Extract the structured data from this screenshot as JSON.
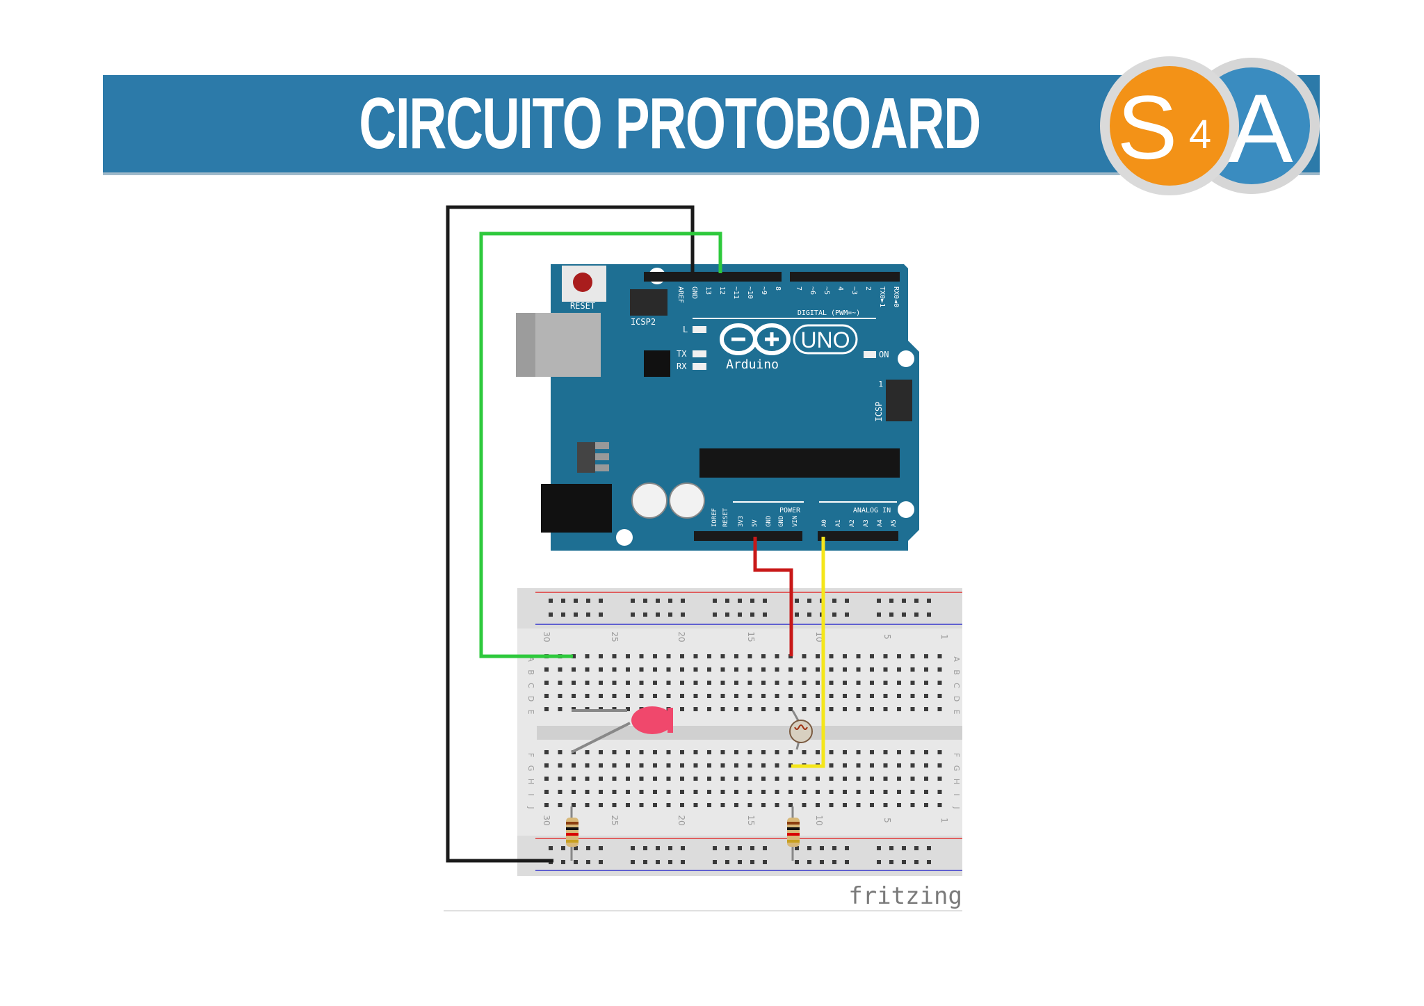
{
  "slide": {
    "title": "CIRCUITO PROTOBOARD",
    "logo": {
      "letter_left": "S",
      "subscript": "4",
      "letter_right": "A",
      "colors": {
        "orange": "#f39217",
        "blue": "#3a8cc0",
        "ring": "#d8d8d8"
      }
    }
  },
  "board": {
    "reset_label": "RESET",
    "icsp2_label": "ICSP2",
    "icsp_label": "ICSP",
    "icsp_pin1": "1",
    "led_l": "L",
    "tx": "TX",
    "rx": "RX",
    "on": "ON",
    "uno": "UNO",
    "brand": "Arduino",
    "digital_label": "DIGITAL (PWM=~)",
    "power_label": "POWER",
    "analog_label": "ANALOG IN",
    "top_pins": [
      "AREF",
      "GND",
      "13",
      "12",
      "~11",
      "~10",
      "~9",
      "8",
      "7",
      "~6",
      "~5",
      "4",
      "~3",
      "2",
      "TX0►1",
      "RX0◄0"
    ],
    "power_pins": [
      "IOREF",
      "RESET",
      "3V3",
      "5V",
      "GND",
      "GND",
      "VIN"
    ],
    "analog_pins": [
      "A0",
      "A1",
      "A2",
      "A3",
      "A4",
      "A5"
    ]
  },
  "breadboard": {
    "column_numbers": [
      "30",
      "25",
      "20",
      "15",
      "10",
      "5",
      "1"
    ],
    "rows_top": [
      "A",
      "B",
      "C",
      "D",
      "E"
    ],
    "rows_bottom": [
      "F",
      "G",
      "H",
      "I",
      "J"
    ]
  },
  "wires": {
    "colors": {
      "black": "#1a1a1a",
      "green": "#2ec93c",
      "red": "#c81818",
      "yellow": "#f5e61a"
    }
  },
  "footer": {
    "tool": "fritzing"
  }
}
